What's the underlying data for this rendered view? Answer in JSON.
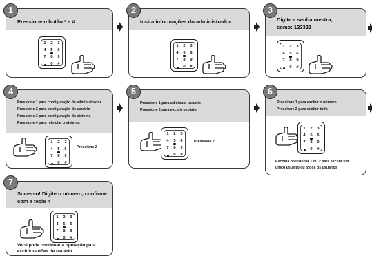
{
  "steps": [
    {
      "number": "1",
      "lines": [
        "Pressione o botão * e #"
      ]
    },
    {
      "number": "2",
      "lines": [
        "Insira informações do administrador."
      ]
    },
    {
      "number": "3",
      "lines": [
        "Digite a senha mestra,",
        "como: 123321"
      ]
    },
    {
      "number": "4",
      "lines": [
        "Pressione 1 para configuração de administrador",
        "Pressione 2 para configuração do usuário",
        "Pressione 3 para configuração do sistema",
        "Pressione 4 para reiniciar o sistema"
      ],
      "caption": "Pressione 2"
    },
    {
      "number": "5",
      "lines": [
        "Pressione 1 para adicionar usuário",
        "Pressione 2 para excluir usuário."
      ],
      "caption": "Pressione 2"
    },
    {
      "number": "6",
      "lines": [
        "Pressione 1 para excluir o número",
        "Pressione 2 para excluir tudo"
      ],
      "footer": [
        "Escolha pressionar 1 ou 2 para excluir um",
        "único usuário ou todos os usuários"
      ]
    },
    {
      "number": "7",
      "lines": [
        "Sucesso! Digite o número, confirme",
        "com a tecla #"
      ],
      "footer": [
        "Você pode continuar a operação para",
        "excluir cartões de usuário"
      ]
    }
  ],
  "keypad": {
    "keys": [
      "1",
      "2",
      "3",
      "4",
      "5",
      "6",
      "7",
      "8",
      "9",
      "0"
    ],
    "star": "•",
    "hash": "#"
  },
  "colors": {
    "header_bg": "#d9d9d9",
    "badge_bg": "#7a7a7a",
    "border": "#3a3a3a"
  }
}
